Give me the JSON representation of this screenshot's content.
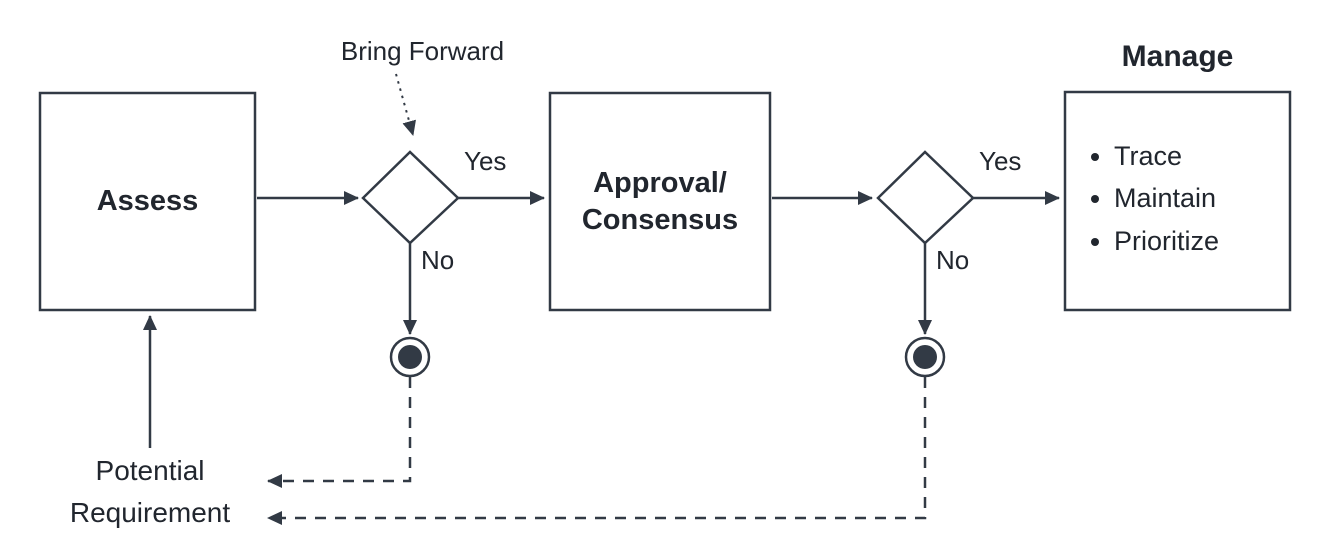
{
  "colors": {
    "stroke": "#323a45",
    "text": "#21262e",
    "background": "#ffffff"
  },
  "diagram": {
    "assess_label": "Assess",
    "bring_forward_label": "Bring Forward",
    "decision1": {
      "yes_label": "Yes",
      "no_label": "No"
    },
    "approval_label": "Approval/\nConsensus",
    "decision2": {
      "yes_label": "Yes",
      "no_label": "No"
    },
    "manage": {
      "title": "Manage",
      "items": [
        "Trace",
        "Maintain",
        "Prioritize"
      ]
    },
    "potential_requirement_label": "Potential\nRequirement"
  }
}
